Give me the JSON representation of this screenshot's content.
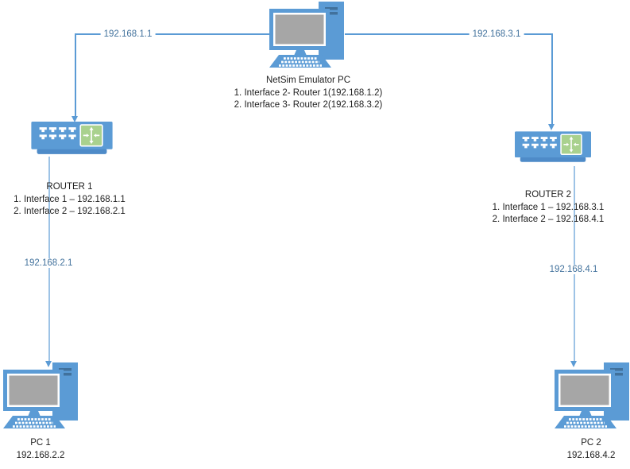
{
  "nodes": {
    "emulator": {
      "title": "NetSim Emulator PC",
      "line1": "1. Interface 2- Router 1(192.168.1.2)",
      "line2": "2. Interface 3- Router 2(192.168.3.2)"
    },
    "router1": {
      "title": "ROUTER 1",
      "line1": "1. Interface 1 – 192.168.1.1",
      "line2": "2. Interface 2 – 192.168.2.1"
    },
    "router2": {
      "title": "ROUTER 2",
      "line1": "1. Interface 1 – 192.168.3.1",
      "line2": "2. Interface 2 – 192.168.4.1"
    },
    "pc1": {
      "title": "PC 1",
      "ip": "192.168.2.2"
    },
    "pc2": {
      "title": "PC 2",
      "ip": "192.168.4.2"
    }
  },
  "edges": {
    "emulator_to_router1": {
      "label": "192.168.1.1"
    },
    "emulator_to_router2": {
      "label": "192.168.3.1"
    },
    "router1_to_pc1": {
      "label": "192.168.2.1"
    },
    "router2_to_pc2": {
      "label": "192.168.4.1"
    }
  },
  "colors": {
    "device_blue": "#5B9BD5",
    "device_blue_dark": "#41719C",
    "screen_gray": "#A6A6A6",
    "router_green": "#A9D18E",
    "line_top": "#5B9BD5",
    "line_bottom": "#9DC3E6",
    "edge_label_color": "#41719C",
    "node_text_color": "#1F1F1F",
    "background": "#FFFFFF"
  }
}
